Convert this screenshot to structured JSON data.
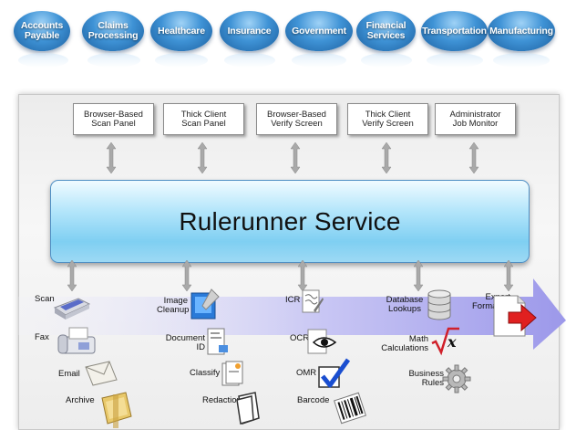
{
  "industries": [
    {
      "line1": "Accounts",
      "line2": "Payable"
    },
    {
      "line1": "Claims",
      "line2": "Processing"
    },
    {
      "line1": "Healthcare",
      "line2": ""
    },
    {
      "line1": "Insurance",
      "line2": ""
    },
    {
      "line1": "Government",
      "line2": ""
    },
    {
      "line1": "Financial",
      "line2": "Services"
    },
    {
      "line1": "Transportation",
      "line2": ""
    },
    {
      "line1": "Manufacturing",
      "line2": ""
    }
  ],
  "clients": [
    {
      "line1": "Browser-Based",
      "line2": "Scan Panel"
    },
    {
      "line1": "Thick Client",
      "line2": "Scan Panel"
    },
    {
      "line1": "Browser-Based",
      "line2": "Verify Screen"
    },
    {
      "line1": "Thick Client",
      "line2": "Verify Screen"
    },
    {
      "line1": "Administrator",
      "line2": "Job Monitor"
    }
  ],
  "service": {
    "title": "Rulerunner Service"
  },
  "capture": {
    "scan": "Scan",
    "fax": "Fax",
    "email": "Email",
    "archive": "Archive"
  },
  "processing": {
    "image_cleanup_1": "Image",
    "image_cleanup_2": "Cleanup",
    "document_id_1": "Document",
    "document_id_2": "ID",
    "classify": "Classify",
    "redaction": "Redaction"
  },
  "recognition": {
    "icr": "ICR",
    "ocr": "OCR",
    "omr": "OMR",
    "barcode": "Barcode"
  },
  "validation": {
    "db_1": "Database",
    "db_2": "Lookups",
    "math_1": "Math",
    "math_2": "Calculations",
    "rules_1": "Business",
    "rules_2": "Rules"
  },
  "export": {
    "line1": "Export",
    "line2": "Formatting"
  },
  "colors": {
    "pill": "#3f93d6",
    "service": "#7fcff2",
    "flow_arrow": "#b8b6f2",
    "export_arrow": "#e02020"
  }
}
